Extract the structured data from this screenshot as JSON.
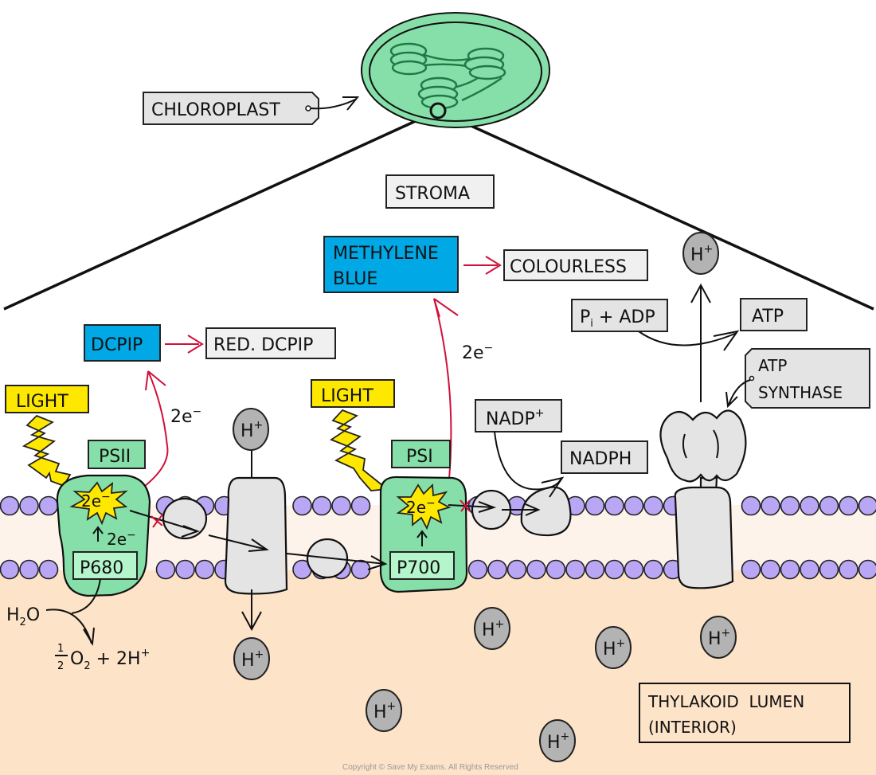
{
  "title": "Light-dependent reaction: effect of artificial electron acceptors (DCPIP and methylene blue)",
  "colors": {
    "chloroplast": "#86dfa9",
    "grana": "#1e7a45",
    "stroma_bg": "#ffffff",
    "membrane_core": "#fdf3ea",
    "lumen": "#fde3c8",
    "phospholipid_head": "#b9a6f5",
    "photosystem": "#86dfa9",
    "reaction_centre": "#b4f5cc",
    "light": "#ffe800",
    "acceptor_blue": "#00a8e6",
    "proton": "#b3b3b3",
    "protein": "#e4e4e4",
    "red_arrow": "#d0103a"
  },
  "labels": {
    "chloroplast": "CHLOROPLAST",
    "stroma": "STROMA",
    "methylene_blue_line1": "METHYLENE",
    "methylene_blue_line2": "BLUE",
    "colourless": "COLOURLESS",
    "dcpip": "DCPIP",
    "red_dcpip": "RED. DCPIP",
    "light_1": "LIGHT",
    "light_2": "LIGHT",
    "psii": "PSII",
    "psi": "PSI",
    "p680": "P680",
    "p700": "P700",
    "nadp_base": "NADP",
    "nadp_sup": "+",
    "nadph": "NADPH",
    "pi_adp_p": "P",
    "pi_adp_sub": "i",
    "pi_adp_rest": " + ADP",
    "atp": "ATP",
    "atp_synthase_line1": "ATP",
    "atp_synthase_line2": "SYNTHASE",
    "lumen_line1": "THYLAKOID  LUMEN",
    "lumen_line2": "(INTERIOR)",
    "electrons_base": "2e",
    "electrons_sup": "−",
    "water_h": "H",
    "water_sub": "2",
    "water_o": "O",
    "products_half_num": "1",
    "products_half_den": "2",
    "products_o": "O",
    "products_o_sub": "2",
    "products_rest": " + 2H",
    "products_sup": "+",
    "proton_base": "H",
    "proton_sup": "+",
    "copyright": "Copyright © Save My Exams. All Rights Reserved"
  },
  "protons": [
    {
      "id": "stroma-top"
    },
    {
      "id": "stroma-cytb6f"
    },
    {
      "id": "lumen-cytb6f"
    },
    {
      "id": "lumen-1"
    },
    {
      "id": "lumen-2"
    },
    {
      "id": "lumen-3"
    },
    {
      "id": "lumen-4"
    },
    {
      "id": "lumen-5"
    }
  ]
}
